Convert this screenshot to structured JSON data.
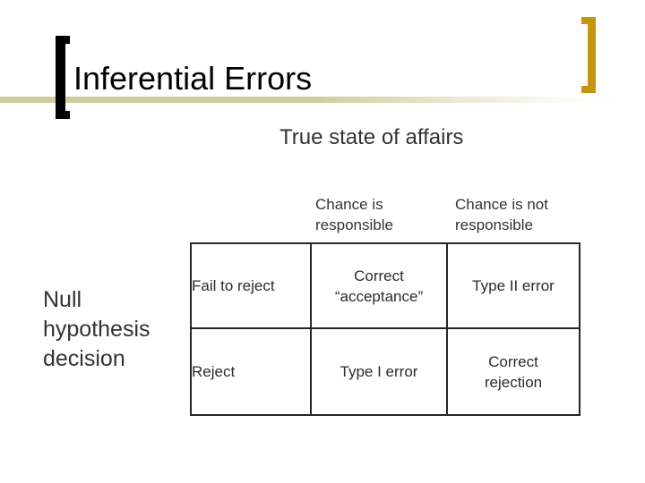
{
  "slide": {
    "title": "Inferential Errors",
    "subtitle": "True state of affairs",
    "row_axis_label": "Null\nhypothesis\ndecision"
  },
  "table": {
    "column_headers": [
      "Chance is\nresponsible",
      "Chance is not\nresponsible"
    ],
    "rows": [
      {
        "row_header": "Fail to reject",
        "cells": [
          "Correct\n“acceptance”",
          "Type II error"
        ]
      },
      {
        "row_header": "Reject",
        "cells": [
          "Type I error",
          "Correct\nrejection"
        ]
      }
    ]
  },
  "colors": {
    "accent_line": "#CFCD9E",
    "left_bracket": "#000000",
    "right_bracket": "#C6950F",
    "title_text": "#000000",
    "body_text": "#333333",
    "table_border": "#262626"
  }
}
